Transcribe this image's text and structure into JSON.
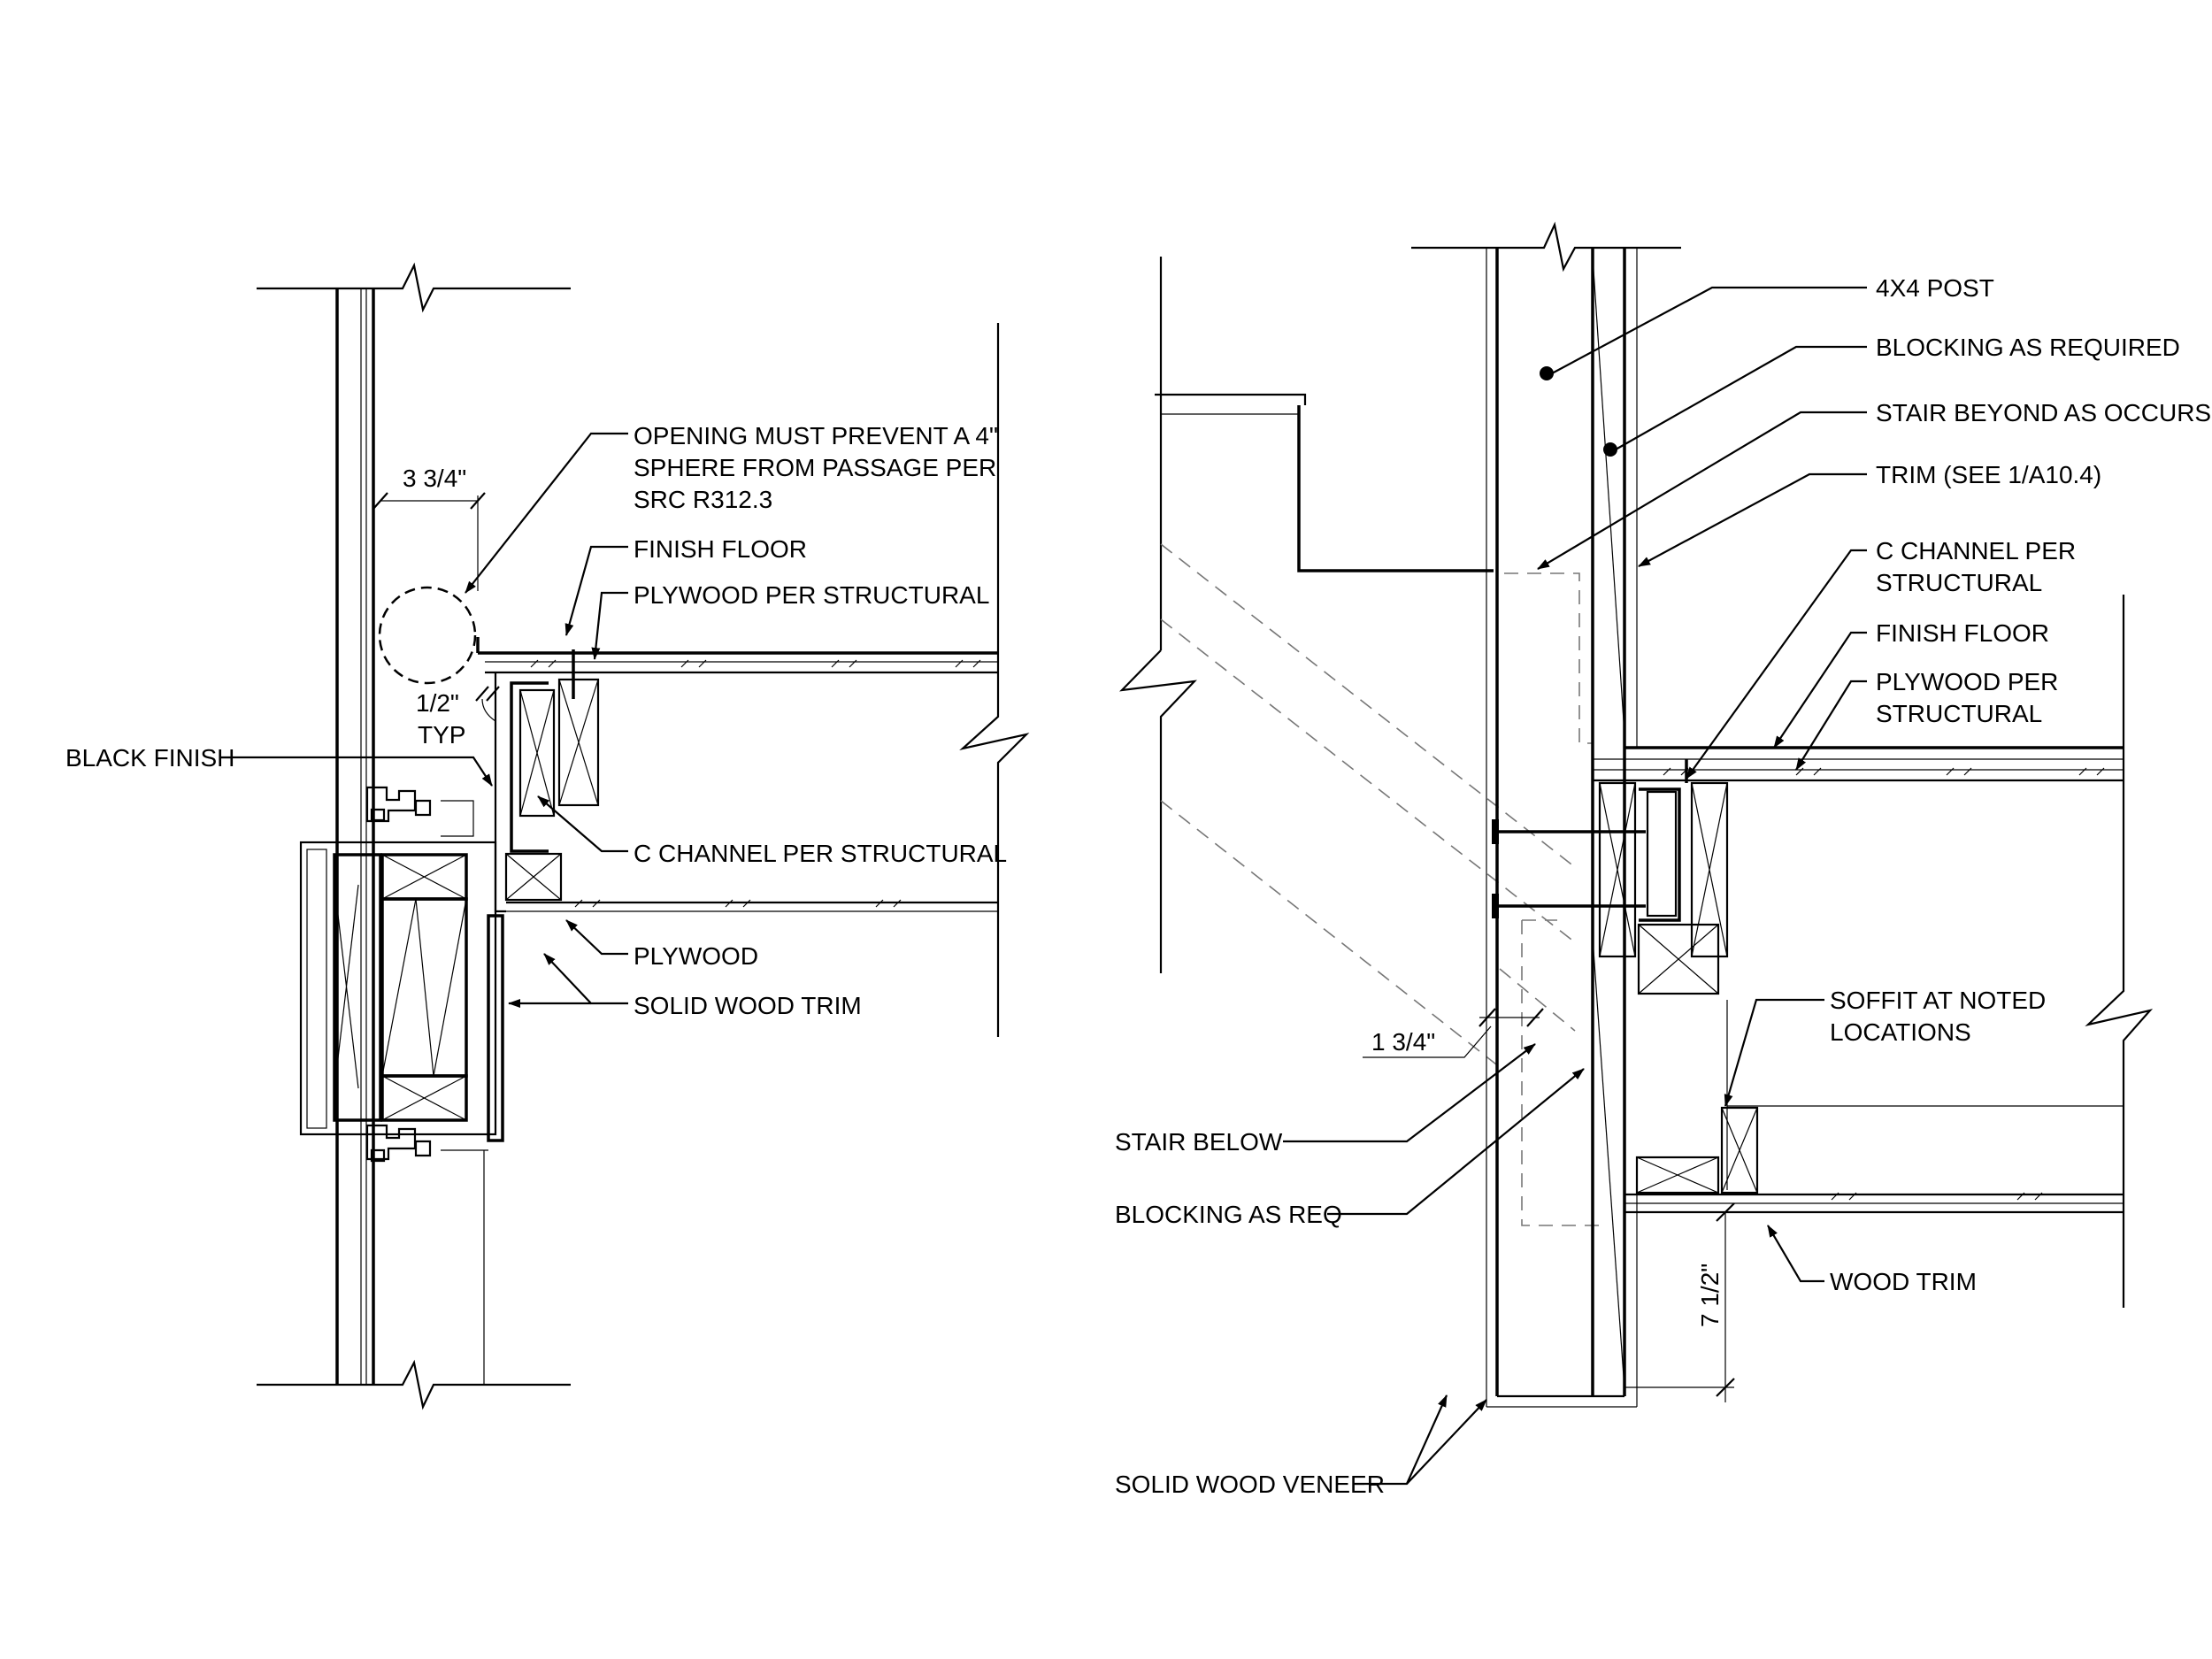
{
  "left_detail": {
    "notes": {
      "opening_line1": "OPENING MUST PREVENT A 4\"",
      "opening_line2": "SPHERE FROM PASSAGE PER",
      "opening_line3": "SRC R312.3",
      "finish_floor": "FINISH FLOOR",
      "plywood_per_structural": "PLYWOOD PER STRUCTURAL",
      "black_finish": "BLACK FINISH",
      "c_channel": "C CHANNEL PER STRUCTURAL",
      "plywood": "PLYWOOD",
      "solid_wood_trim": "SOLID WOOD TRIM"
    },
    "dims": {
      "sphere_gap": "3 3/4\"",
      "reveal": "1/2\"",
      "reveal_typ": "TYP"
    }
  },
  "right_detail": {
    "notes": {
      "post": "4X4 POST",
      "blocking_required": "BLOCKING AS REQUIRED",
      "stair_beyond": "STAIR BEYOND AS OCCURS",
      "trim_ref": "TRIM (SEE 1/A10.4)",
      "c_channel_1": "C CHANNEL PER",
      "c_channel_2": "STRUCTURAL",
      "finish_floor": "FINISH FLOOR",
      "plywood_1": "PLYWOOD PER",
      "plywood_2": "STRUCTURAL",
      "soffit_1": "SOFFIT AT NOTED",
      "soffit_2": "LOCATIONS",
      "stair_below": "STAIR BELOW",
      "blocking_req": "BLOCKING AS REQ",
      "wood_trim": "WOOD TRIM",
      "solid_wood_veneer": "SOLID WOOD VENEER"
    },
    "dims": {
      "stair_offset": "1 3/4\"",
      "trim_height": "7 1/2\""
    }
  }
}
